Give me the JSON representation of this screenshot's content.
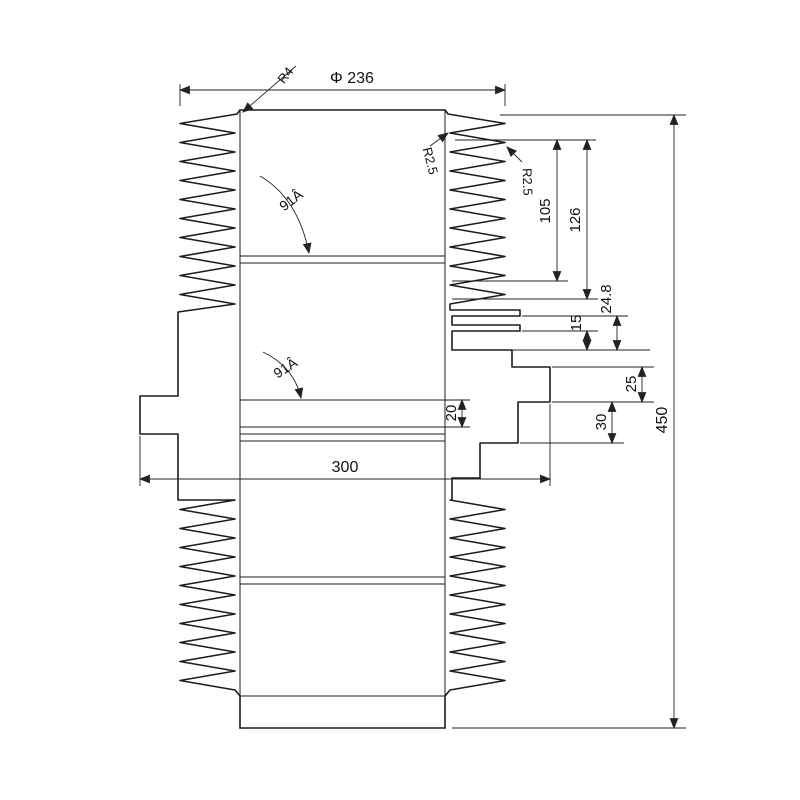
{
  "drawing": {
    "background": "#ffffff",
    "line_color": "#1c1c1c",
    "labels": {
      "dia_top": "Φ 236",
      "r4": "R4",
      "r25_a": "R2.5",
      "r25_b": "R2.5",
      "angle_top": "91Â",
      "angle_mid": "91Â",
      "d105": "105",
      "d126": "126",
      "d24_8": "24.8",
      "d15": "15",
      "d25": "25",
      "d30": "30",
      "d20": "20",
      "d300": "300",
      "d450": "450"
    }
  }
}
